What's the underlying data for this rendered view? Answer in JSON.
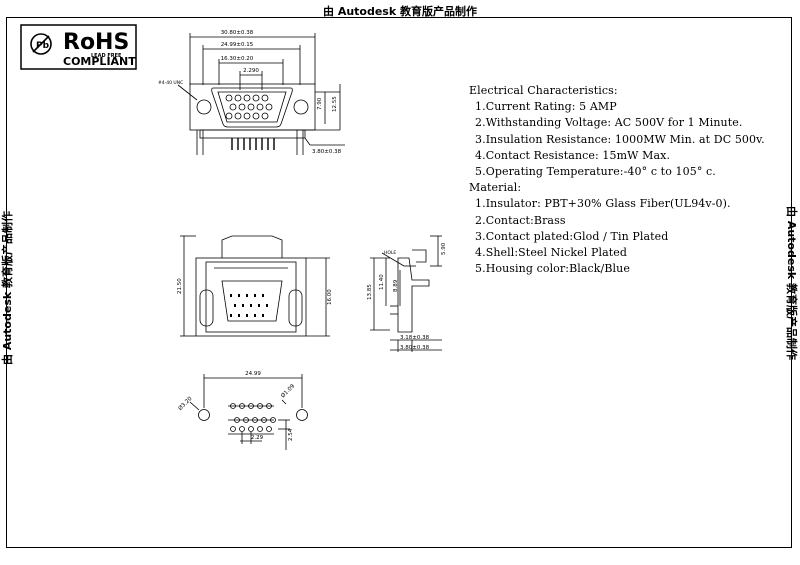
{
  "watermark": "由 Autodesk 教育版产品制作",
  "rohs": {
    "title": "RoHS",
    "sub1": "LEAD FREE",
    "sub2": "COMPLIANT",
    "mark": "Pb"
  },
  "top_view": {
    "dim_overall": "30.80±0.38",
    "dim_screw": "24.99±0.15",
    "dim_body": "16.30±0.20",
    "dim_pitch": "2.290",
    "dim_h_inner": "7.90",
    "dim_h_outer": "12.55",
    "dim_tail": "3.80±0.38",
    "screw_label": "#4-40 UNC"
  },
  "front_view": {
    "dim_h_left": "21.50",
    "dim_h_right": "16.00"
  },
  "side_view": {
    "dim_a": "13.85",
    "dim_b": "11.40",
    "dim_c": "8.89",
    "dim_d": "5.90",
    "dim_bot1": "3.18±0.38",
    "dim_bot2": "3.80±0.38",
    "label": "HOLE"
  },
  "footprint": {
    "dim_width": "24.99",
    "dim_mount": "Ø3.20",
    "dim_pin": "Ø1.09",
    "dim_pitch": "2.29",
    "dim_row": "2.54"
  },
  "specs": {
    "electrical_title": "Electrical Characteristics:",
    "electrical": [
      "1.Current Rating: 5 AMP",
      "2.Withstanding Voltage: AC 500V for 1 Minute.",
      "3.Insulation Resistance: 1000MW Min. at DC 500v.",
      "4.Contact Resistance: 15mW  Max.",
      "5.Operating Temperature:-40° c to 105° c."
    ],
    "material_title": "Material:",
    "material": [
      "1.Insulator: PBT+30% Glass Fiber(UL94v-0).",
      "2.Contact:Brass",
      "3.Contact plated:Glod / Tin Plated",
      "4.Shell:Steel Nickel Plated",
      "5.Housing color:Black/Blue"
    ]
  }
}
